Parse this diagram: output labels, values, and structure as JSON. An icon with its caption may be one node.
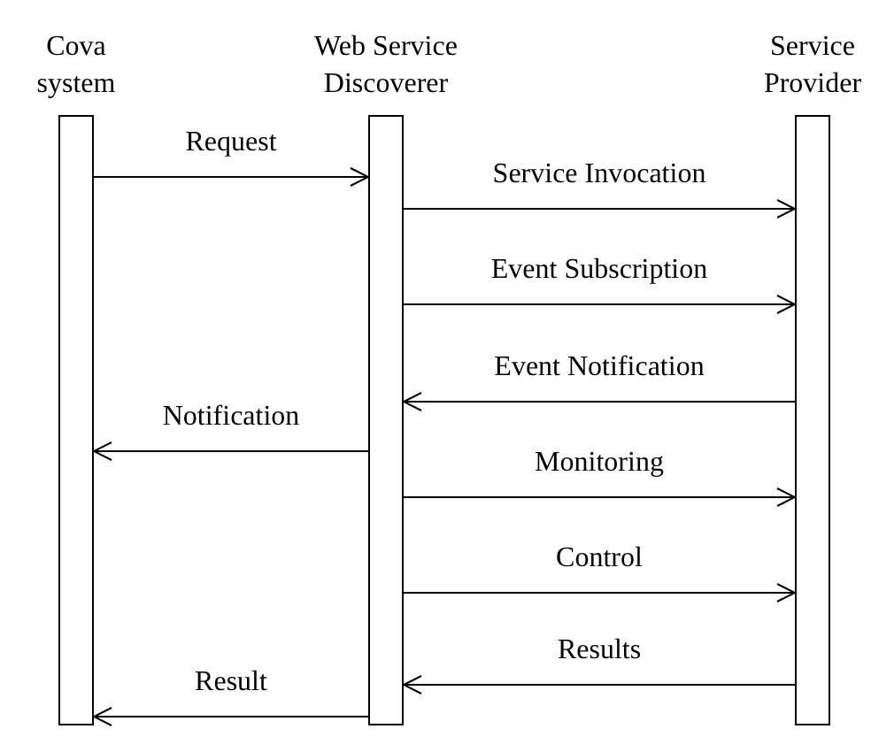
{
  "diagram": {
    "nodes": [
      {
        "text": [
          "Cova system"
        ]
      },
      {
        "text": [
          "Web Service Discoverer"
        ]
      },
      {
        "text": [
          "Service Provider"
        ]
      }
    ],
    "edges": [
      {
        "from": 0,
        "to": 1,
        "arrow": "to",
        "label": "Request"
      },
      {
        "from": 1,
        "to": 2,
        "arrow": "to",
        "label": "Service Invocation"
      },
      {
        "from": 1,
        "to": 2,
        "arrow": "to",
        "label": "Event Subscription"
      },
      {
        "from": 2,
        "to": 1,
        "arrow": "to",
        "label": "Event Notification"
      },
      {
        "from": 1,
        "to": 0,
        "arrow": "to",
        "label": "Notification"
      },
      {
        "from": 1,
        "to": 2,
        "arrow": "to",
        "label": "Monitoring"
      },
      {
        "from": 1,
        "to": 2,
        "arrow": "to",
        "label": "Control"
      },
      {
        "from": 2,
        "to": 1,
        "arrow": "to",
        "label": "Results"
      },
      {
        "from": 1,
        "to": 0,
        "arrow": "to",
        "label": "Result"
      }
    ]
  }
}
